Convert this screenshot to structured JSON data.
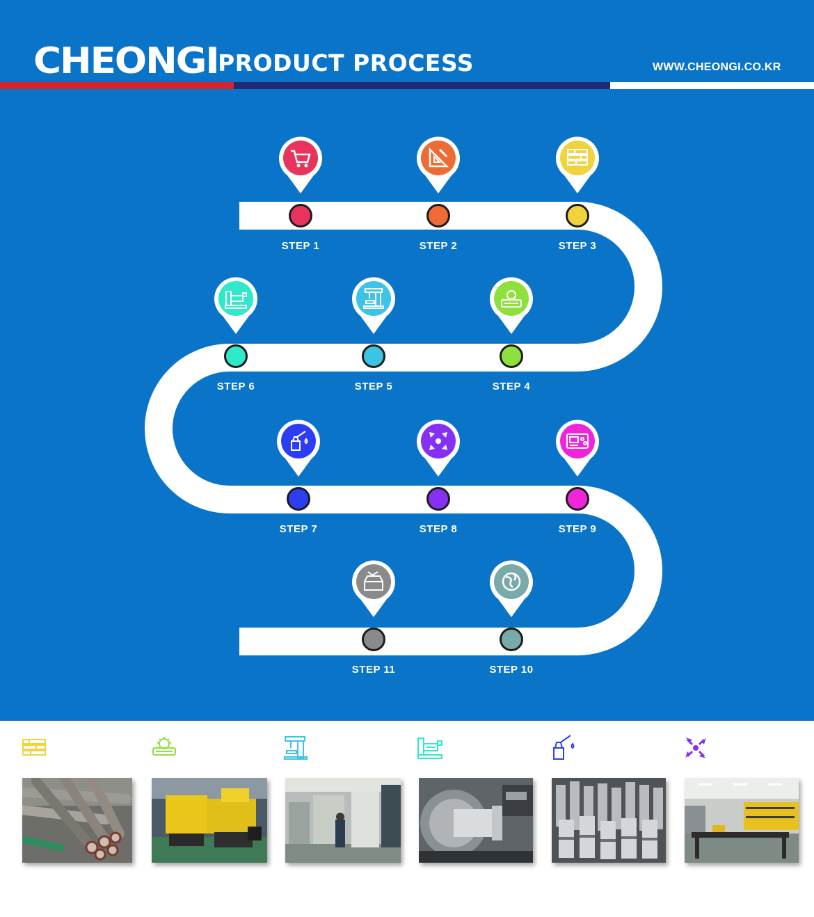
{
  "header": {
    "brand": "CHEONGI",
    "title": "PRODUCT PROCESS",
    "website": "WWW.CHEONGI.CO.KR"
  },
  "steps": [
    {
      "label": "STEP 1",
      "color": "#e8345c",
      "icon": "shopping-cart-icon"
    },
    {
      "label": "STEP 2",
      "color": "#ee6b36",
      "icon": "drafting-tools-icon"
    },
    {
      "label": "STEP 3",
      "color": "#f1d33e",
      "icon": "steel-bars-icon"
    },
    {
      "label": "STEP 4",
      "color": "#8ee03d",
      "icon": "saw-cutting-icon"
    },
    {
      "label": "STEP 5",
      "color": "#3dc3e6",
      "icon": "milling-machine-icon"
    },
    {
      "label": "STEP 6",
      "color": "#2fe9ca",
      "icon": "lathe-machine-icon"
    },
    {
      "label": "STEP 7",
      "color": "#2d3ef2",
      "icon": "oil-spray-icon"
    },
    {
      "label": "STEP 8",
      "color": "#8530f2",
      "icon": "assembly-arrows-icon"
    },
    {
      "label": "STEP 9",
      "color": "#ef25d9",
      "icon": "control-panel-icon"
    },
    {
      "label": "STEP 10",
      "color": "#7aa9a9",
      "icon": "globe-delivery-icon"
    },
    {
      "label": "STEP 11",
      "color": "#8a8a8a",
      "icon": "packaging-box-icon"
    }
  ],
  "gallery": [
    {
      "icon": "steel-bars-icon",
      "icon_color": "#f1d33e",
      "photo": "steel-rods-photo"
    },
    {
      "icon": "saw-cutting-icon",
      "icon_color": "#8ee03d",
      "photo": "band-saw-photo"
    },
    {
      "icon": "milling-machine-icon",
      "icon_color": "#3dc3e6",
      "photo": "factory-floor-photo"
    },
    {
      "icon": "lathe-machine-icon",
      "icon_color": "#2fe9ca",
      "photo": "lathe-spindle-photo"
    },
    {
      "icon": "oil-spray-icon",
      "icon_color": "#2d3ef2",
      "photo": "machined-parts-photo"
    },
    {
      "icon": "assembly-arrows-icon",
      "icon_color": "#8530f2",
      "photo": "assembly-workshop-photo"
    }
  ]
}
